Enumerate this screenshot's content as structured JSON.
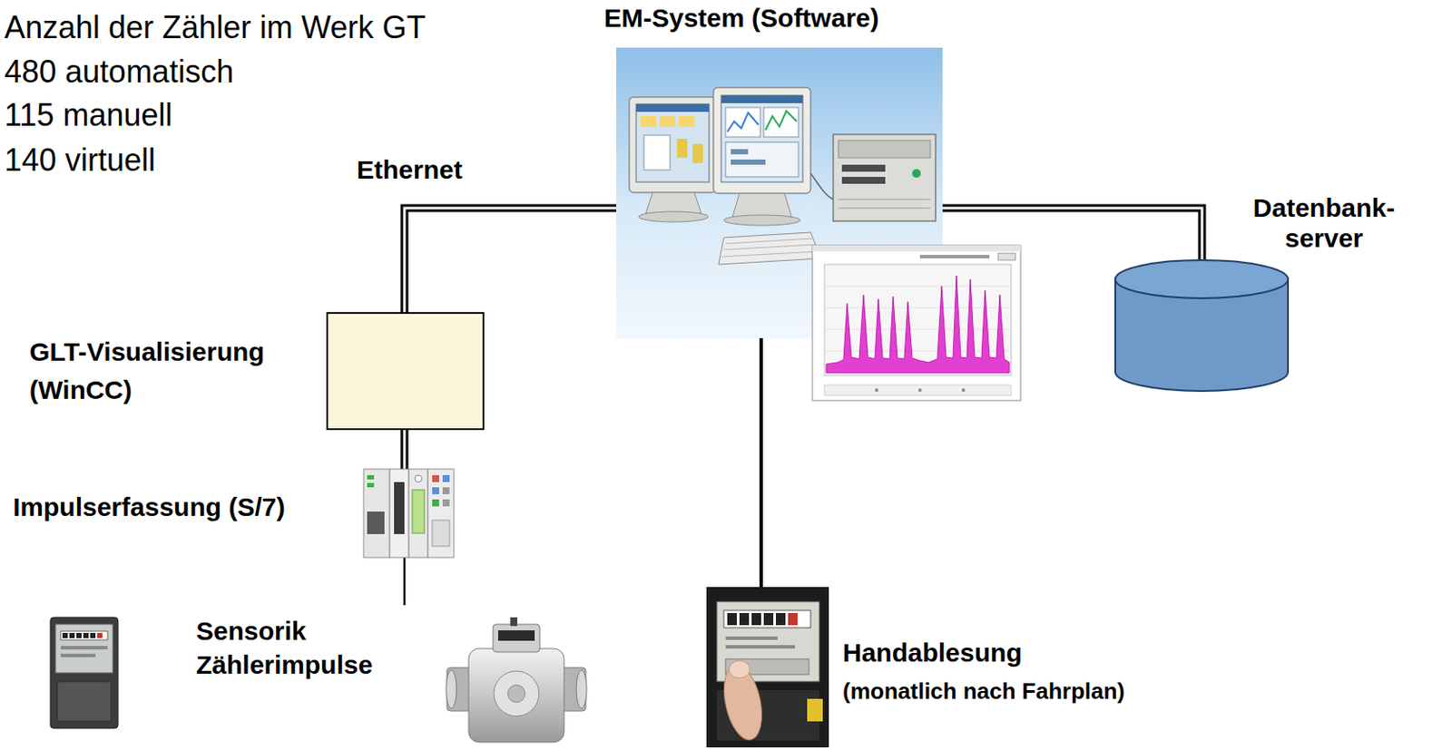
{
  "diagram": {
    "nodes": [
      {
        "text": [
          "EM-System (Software)"
        ]
      },
      {
        "text": [
          "Datenbank- server"
        ]
      },
      {
        "text": [
          "GLT-Visualisierung (WinCC)"
        ]
      },
      {
        "text": [
          "Impulserfassung (S/7)"
        ]
      },
      {
        "text": [
          "Sensorik Zählerimpulse"
        ]
      },
      {
        "text": [
          "Handablesung",
          "(monatlich nach Fahrplan)"
        ]
      }
    ],
    "edges": [
      {
        "from": 0,
        "to": 2,
        "arrow": "none",
        "label": "Ethernet"
      },
      {
        "from": 0,
        "to": 1,
        "arrow": "none"
      },
      {
        "from": 0,
        "to": 5,
        "arrow": "none"
      },
      {
        "from": 2,
        "to": 3,
        "arrow": "none"
      },
      {
        "from": 3,
        "to": 4,
        "arrow": "none"
      }
    ],
    "labels": [
      "Anzahl der Zähler im Werk GT",
      "480 automatisch",
      "115 manuell",
      "140 virtuell"
    ]
  }
}
